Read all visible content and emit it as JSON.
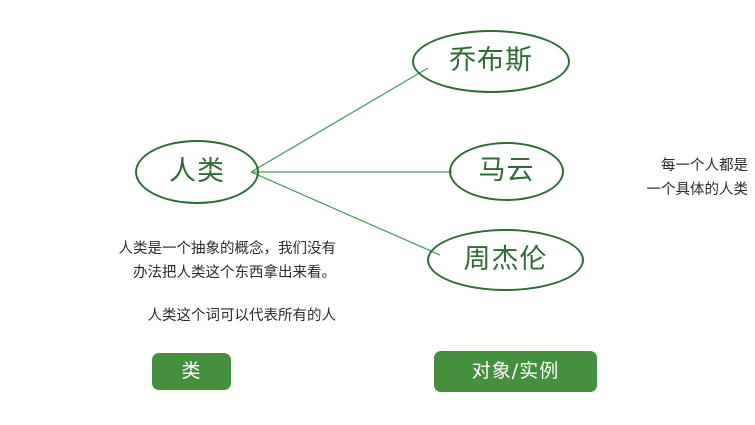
{
  "diagram": {
    "background_color": "#ffffff",
    "node_stroke_color": "#2e6b35",
    "edge_color": "#4d9c60",
    "pill_color": "#44903f",
    "pill_text_color": "#ffffff",
    "note_color": "#2b2b2b",
    "nodes": {
      "root": {
        "label": "人类",
        "icon": "ellipse-node"
      },
      "instance_1": {
        "label": "乔布斯",
        "icon": "ellipse-node"
      },
      "instance_2": {
        "label": "马云",
        "icon": "ellipse-node"
      },
      "instance_3": {
        "label": "周杰伦",
        "icon": "ellipse-node"
      }
    },
    "edges": [
      {
        "from": "人类",
        "to": "乔布斯"
      },
      {
        "from": "人类",
        "to": "马云"
      },
      {
        "from": "人类",
        "to": "周杰伦"
      }
    ],
    "notes": {
      "right": "每一个人都是\n一个具体的人类",
      "abstract": "人类是一个抽象的概念，我们没有\n办法把人类这个东西拿出来看。",
      "represents": "人类这个词可以代表所有的人"
    },
    "legend": {
      "class_label": "类",
      "object_label": "对象/实例"
    }
  }
}
